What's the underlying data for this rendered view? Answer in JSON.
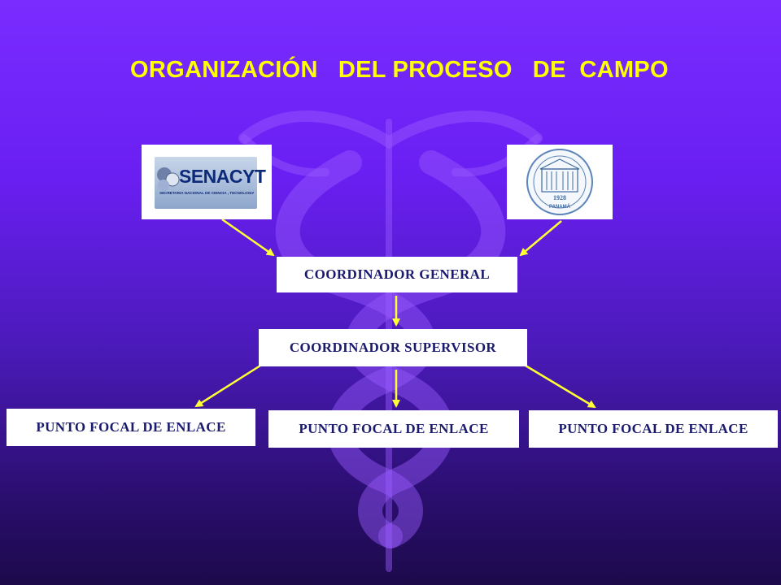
{
  "slide": {
    "title": "ORGANIZACIÓN   DEL PROCESO   DE  CAMPO",
    "background_color": "#6a1ff2",
    "title_color": "#ffff00",
    "arrow_color": "#ffff33"
  },
  "logos": {
    "left": {
      "text": "SENACYT",
      "subtitle": "SECRETARIA NACIONAL DE CIENCIA , TECNOLOGIA E INNOVACION"
    },
    "right": {
      "year": "1928",
      "city": "PANAMÁ"
    }
  },
  "nodes": {
    "general": "COORDINADOR GENERAL",
    "supervisor": "COORDINADOR SUPERVISOR",
    "focal_left": "PUNTO FOCAL DE ENLACE",
    "focal_center": "PUNTO FOCAL DE ENLACE",
    "focal_right": "PUNTO FOCAL DE ENLACE"
  }
}
